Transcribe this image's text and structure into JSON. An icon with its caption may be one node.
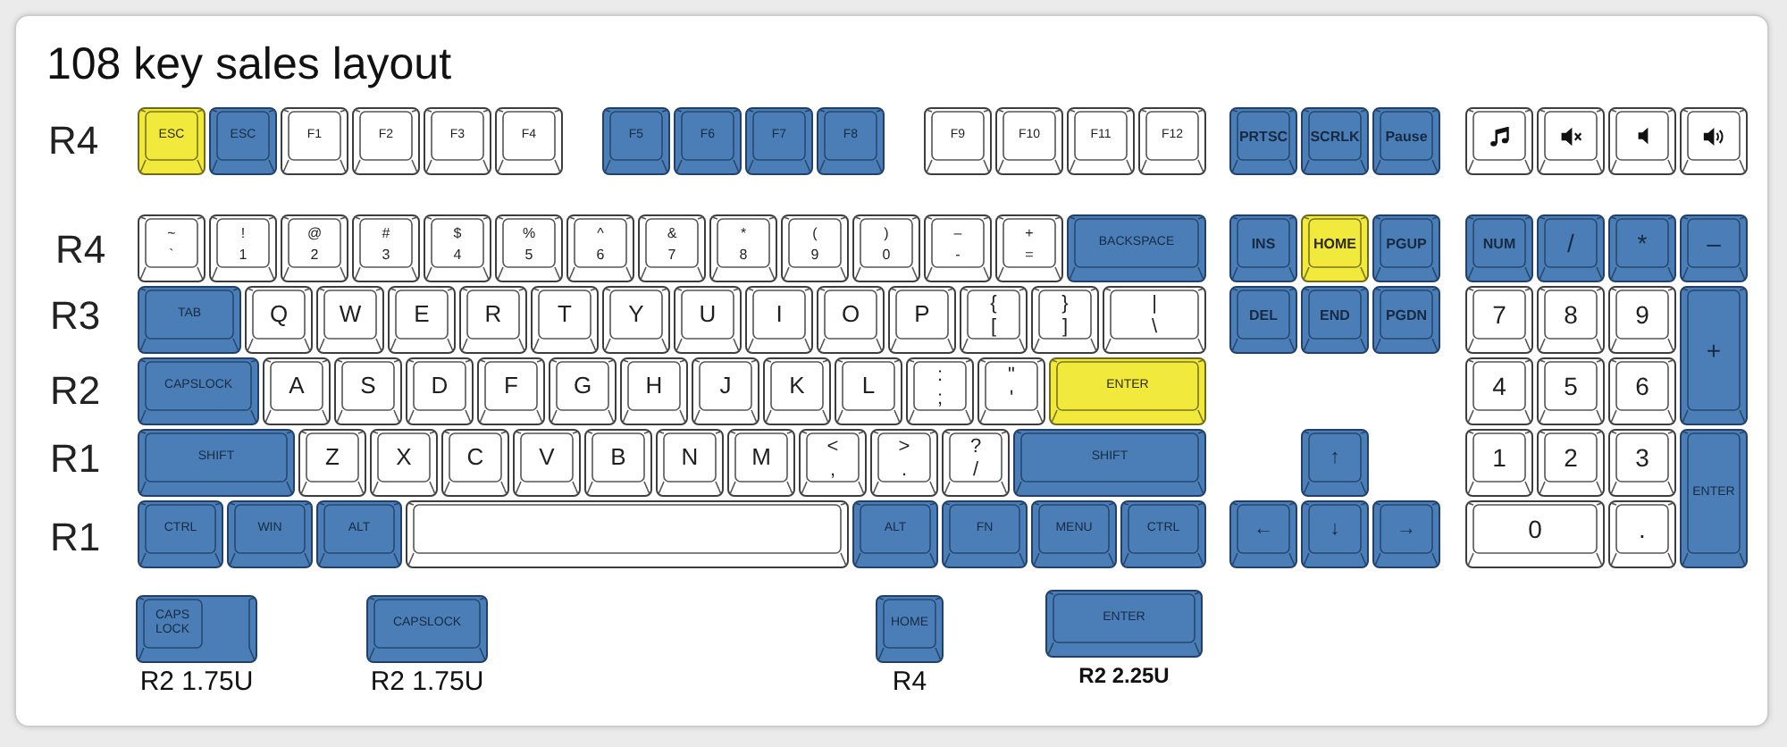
{
  "diagram": {
    "title": "108 key sales layout",
    "nodes": [
      {
        "text": [
          "ESC"
        ]
      },
      {
        "text": [
          "ESC"
        ]
      },
      {
        "text": [
          "F1"
        ]
      },
      {
        "text": [
          "F2"
        ]
      },
      {
        "text": [
          "F3"
        ]
      },
      {
        "text": [
          "F4"
        ]
      },
      {
        "text": [
          "F5"
        ]
      },
      {
        "text": [
          "F6"
        ]
      },
      {
        "text": [
          "F7"
        ]
      },
      {
        "text": [
          "F8"
        ]
      },
      {
        "text": [
          "F9"
        ]
      },
      {
        "text": [
          "F10"
        ]
      },
      {
        "text": [
          "F11"
        ]
      },
      {
        "text": [
          "F12"
        ]
      },
      {
        "text": [
          "PRTSC"
        ]
      },
      {
        "text": [
          "SCRLK"
        ]
      },
      {
        "text": [
          "Pause"
        ]
      },
      {
        "text": [],
        "shape": "box"
      },
      {
        "text": [],
        "shape": "box"
      },
      {
        "text": [],
        "shape": "box"
      },
      {
        "text": [],
        "shape": "box"
      },
      {
        "text": [
          "~",
          "`"
        ]
      },
      {
        "text": [
          "!",
          "1"
        ]
      },
      {
        "text": [
          "@",
          "2"
        ]
      },
      {
        "text": [
          "#",
          "3"
        ]
      },
      {
        "text": [
          "$",
          "4"
        ]
      },
      {
        "text": [
          "%",
          "5"
        ]
      },
      {
        "text": [
          "^",
          "6"
        ]
      },
      {
        "text": [
          "&",
          "7"
        ]
      },
      {
        "text": [
          "*",
          "8"
        ]
      },
      {
        "text": [
          "(",
          "9"
        ]
      },
      {
        "text": [
          ")",
          "0"
        ]
      },
      {
        "text": [
          "–",
          "-"
        ]
      },
      {
        "text": [
          "+",
          "="
        ]
      },
      {
        "text": [
          "BACKSPACE"
        ]
      },
      {
        "text": [
          "INS"
        ]
      },
      {
        "text": [
          "HOME"
        ]
      },
      {
        "text": [
          "PGUP"
        ]
      },
      {
        "text": [
          "NUM"
        ]
      },
      {
        "text": [
          "/"
        ]
      },
      {
        "text": [
          "*"
        ]
      },
      {
        "text": [
          "–"
        ]
      },
      {
        "text": [
          "TAB"
        ]
      },
      {
        "text": [
          "Q"
        ]
      },
      {
        "text": [
          "W"
        ]
      },
      {
        "text": [
          "E"
        ]
      },
      {
        "text": [
          "R"
        ]
      },
      {
        "text": [
          "T"
        ]
      },
      {
        "text": [
          "Y"
        ]
      },
      {
        "text": [
          "U"
        ]
      },
      {
        "text": [
          "I"
        ]
      },
      {
        "text": [
          "O"
        ]
      },
      {
        "text": [
          "P"
        ]
      },
      {
        "text": [
          "{",
          "["
        ]
      },
      {
        "text": [
          "}",
          "]"
        ]
      },
      {
        "text": [
          "|",
          "\\"
        ]
      },
      {
        "text": [
          "DEL"
        ]
      },
      {
        "text": [
          "END"
        ]
      },
      {
        "text": [
          "PGDN"
        ]
      },
      {
        "text": [
          "7"
        ]
      },
      {
        "text": [
          "8"
        ]
      },
      {
        "text": [
          "9"
        ]
      },
      {
        "text": [
          "+"
        ]
      },
      {
        "text": [
          "CAPSLOCK"
        ]
      },
      {
        "text": [
          "A"
        ]
      },
      {
        "text": [
          "S"
        ]
      },
      {
        "text": [
          "D"
        ]
      },
      {
        "text": [
          "F"
        ]
      },
      {
        "text": [
          "G"
        ]
      },
      {
        "text": [
          "H"
        ]
      },
      {
        "text": [
          "J"
        ]
      },
      {
        "text": [
          "K"
        ]
      },
      {
        "text": [
          "L"
        ]
      },
      {
        "text": [
          ":",
          ";"
        ]
      },
      {
        "text": [
          "\"",
          "'"
        ]
      },
      {
        "text": [
          "ENTER"
        ]
      },
      {
        "text": [
          "4"
        ]
      },
      {
        "text": [
          "5"
        ]
      },
      {
        "text": [
          "6"
        ]
      },
      {
        "text": [
          "SHIFT"
        ]
      },
      {
        "text": [
          "Z"
        ]
      },
      {
        "text": [
          "X"
        ]
      },
      {
        "text": [
          "C"
        ]
      },
      {
        "text": [
          "V"
        ]
      },
      {
        "text": [
          "B"
        ]
      },
      {
        "text": [
          "N"
        ]
      },
      {
        "text": [
          "M"
        ]
      },
      {
        "text": [
          "<",
          ","
        ]
      },
      {
        "text": [
          ">",
          "."
        ]
      },
      {
        "text": [
          "?",
          "/"
        ]
      },
      {
        "text": [
          "SHIFT"
        ]
      },
      {
        "text": [
          "↑"
        ]
      },
      {
        "text": [
          "1"
        ]
      },
      {
        "text": [
          "2"
        ]
      },
      {
        "text": [
          "3"
        ]
      },
      {
        "text": [
          "ENTER"
        ]
      },
      {
        "text": [
          "CTRL"
        ]
      },
      {
        "text": [
          "WIN"
        ]
      },
      {
        "text": [
          "ALT"
        ]
      },
      {
        "text": [],
        "shape": "box"
      },
      {
        "text": [
          "ALT"
        ]
      },
      {
        "text": [
          "FN"
        ]
      },
      {
        "text": [
          "MENU"
        ]
      },
      {
        "text": [
          "CTRL"
        ]
      },
      {
        "text": [
          "←"
        ]
      },
      {
        "text": [
          "↓"
        ]
      },
      {
        "text": [
          "→"
        ]
      },
      {
        "text": [
          "0"
        ]
      },
      {
        "text": [
          "."
        ]
      },
      {
        "text": [
          "CAPS LOCK"
        ],
        "beside": [
          "R2 1.75U"
        ]
      },
      {
        "text": [
          "CAPSLOCK"
        ],
        "beside": [
          "R2 1.75U"
        ]
      },
      {
        "text": [
          "HOME"
        ],
        "beside": [
          "R4"
        ]
      },
      {
        "text": [
          "ENTER"
        ],
        "beside": [
          "R2 2.25U"
        ]
      }
    ],
    "labels": [
      "R4",
      "R4",
      "R3",
      "R2",
      "R1",
      "R1"
    ]
  }
}
